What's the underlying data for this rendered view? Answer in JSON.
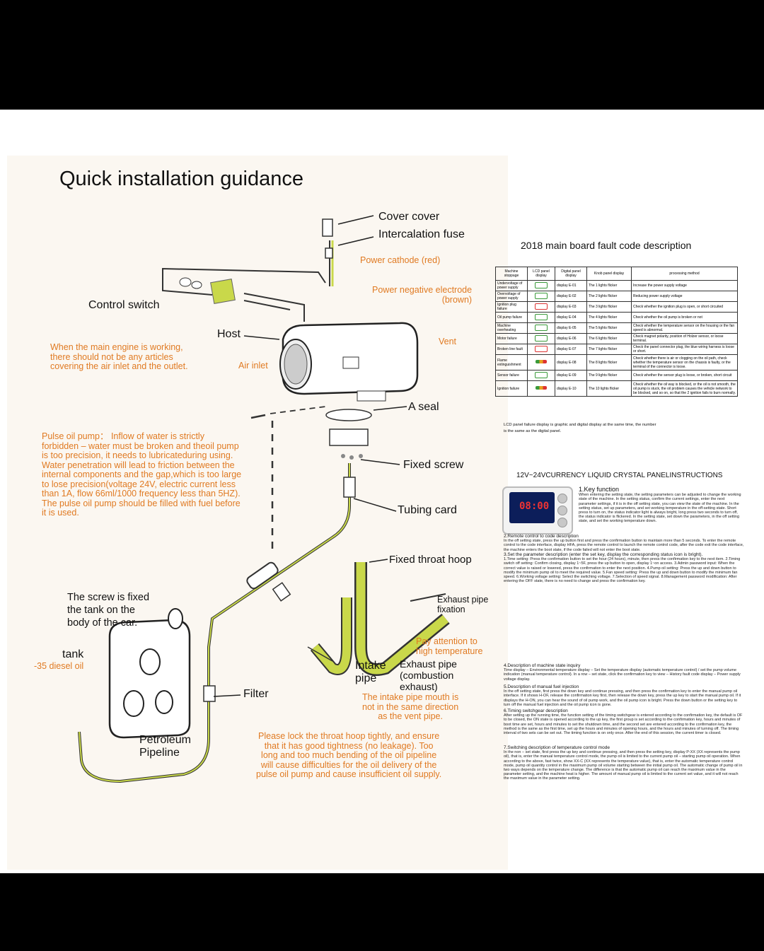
{
  "left": {
    "title": "Quick installation guidance",
    "labels": {
      "cover_cover": "Cover cover",
      "intercalation_fuse": "Intercalation fuse",
      "power_cathode": "Power cathode (red)",
      "power_negative": "Power negative electrode\n(brown)",
      "control_switch": "Control switch",
      "host": "Host",
      "vent": "Vent",
      "air_inlet": "Air inlet",
      "main_engine_note": "When the main engine is working,\nthere should not be any articles\ncovering the air inlet and the outlet.",
      "a_seal": "A seal",
      "pulse_note": "Pulse oil pump： Inflow of water is strictly\nforbidden – water must be broken and theoil pump\nis too precision, it needs to lubricateduring using.\nWater penetration will lead to friction between the\ninternal components and the gap,which is too large\nto lose precision(voltage 24V, electric current less\nthan 1A, flow 66ml/1000 frequency less than 5HZ).\nThe pulse oil pump should be filled with fuel before\nit is used.",
      "fixed_screw": "Fixed screw",
      "tubing_card": "Tubing card",
      "fixed_throat_hoop": "Fixed throat hoop",
      "screw_fixed_note": "The screw is fixed\nthe tank on the\nbody of the car.",
      "tank": "tank",
      "diesel_oil": "-35 diesel oil",
      "exhaust_fixation": "Exhaust pipe\nfixation",
      "pay_attention": "Pay attention to\nhigh temperature",
      "intake_pipe": "Intake\npipe",
      "exhaust_pipe": "Exhaust pipe\n(combustion\nexhaust)",
      "filter": "Filter",
      "intake_mouth_note": "The intake pipe mouth is\nnot in the same direction\nas the vent pipe.",
      "petroleum_pipeline": "Petroleum\nPipeline",
      "lock_note": "Please lock the throat hoop tightly, and ensure\nthat it has good tightness (no leakage). Too\nlong and too much bending of the oil pipeline\nwill cause difficulties for the oil delivery of the\npulse oil pump and cause insufficient oil supply."
    }
  },
  "fault": {
    "title": "2018 main board fault code description",
    "headers": [
      "Machine stoppage",
      "LCD panel display",
      "Digital panel display",
      "Knob panel display",
      "processing method"
    ],
    "rows": [
      [
        "Undervoltage of power supply",
        "battery-icon",
        "display E-01",
        "The 1 lights flicker",
        "Increase the power supply voltage"
      ],
      [
        "Overvoltage of power supply",
        "battery-icon",
        "display E-02",
        "The 2 lights flicker",
        "Reducing power supply voltage"
      ],
      [
        "Ignition plug failure",
        "plug-icon",
        "display E-03",
        "The 3 lights flicker",
        "Check whether the ignition plug is open, or short circuited"
      ],
      [
        "Oil pump failure",
        "pump-icon",
        "display E-04",
        "The 4 lights flicker",
        "Check whether the oil pump is broken or not"
      ],
      [
        "Machine overheating",
        "heat-icon",
        "display E-05",
        "The 5 lights flicker",
        "Check whether the temperature sensor on the housing or the fan speed is abnormal."
      ],
      [
        "Motor failure",
        "fan-icon",
        "display E-06",
        "The 6 lights flicker",
        "Check magnet polarity, position of Holzer sensor, or loose terminal."
      ],
      [
        "Broken line fault",
        "link-icon",
        "display E-07",
        "The 7 lights flicker",
        "Check the panel connector plug, the blue wiring harness is loose or short."
      ],
      [
        "Flame extinguishment",
        "level-icon",
        "display E-08",
        "The 8 lights flicker",
        "Check whether there is air or clogging on the oil path, check whether the temperature sensor on the chassis is faulty, or the terminal of the connector is loose."
      ],
      [
        "Sensor failure",
        "sensor-icon",
        "display E-09",
        "The 9 lights flicker",
        "Check whether the sensor plug is loose, or broken, short circuit"
      ],
      [
        "Ignition failure",
        "level-icon",
        "display E-10",
        "The 10 lights flicker",
        "Check whether the oil way is blocked, or the oil is not smooth, the oil pump is stuck, the oil problem causes the vehicle network to be blocked, and so on, so that the 2 ignition fails to burn normally."
      ]
    ],
    "note": "LCD panel failure display is graphic and digital display at the same time, the number\nis the same as the digital panel."
  },
  "instructions": {
    "title": "12V~24VCURRENCY LIQUID CRYSTAL PANELINSTRUCTIONS",
    "lcd": "08:00",
    "sections": [
      {
        "head": "1.Key function",
        "text": "When entering the setting state, the setting parameters can be adjusted to change the working state of the machine. In the setting status, confirm the current settings, enter the next parameter settings, if it is in the off setting state, you can view the state of the machine. In the setting status, set up parameters, and set working temperature in the off-setting state. Short press to turn on, the status indicator light is always bright, long press two seconds to turn off, the status indicator is flickered. In the setting state, set down the parameters, in the off setting state, and set the working temperature down."
      },
      {
        "head": "2.Remote control to code description",
        "text": "In the off setting state, press the up button first and press the confirmation button to maintain more than 5 seconds. To enter the remote control to the code interface, display HFA, press the remote control to launch the remote control code, after the code exit the code interface, the machine enters the boot state, if the code failed will not enter the boot state."
      },
      {
        "head": "3.Set the parameter description (enter the set key, display the corresponding status icon is bright).",
        "text": "1.Time setting: Press the confirmation button to set the hour (24 hours), minute, then press the confirmation key to the next item. 2.Timing switch off setting: Confirm closing, display 1~5F, press the up button to open, display 1~on access. 3.Admin password input: When the correct value is raised or lowered, press the confirmation to enter the next position. 4.Pump oil setting: Press the up and down button to modify the minimum pump oil to meet the required value. 5.Fan speed setting: Press the up and down button to modify the minimum fan speed. 6.Working voltage setting: Select the switching voltage. 7.Selection of speed signal. 8.Management password modification: After entering the OFF state, there is no need to change and press the confirmation key."
      },
      {
        "head": "4.Description of machine state inquiry",
        "text": "Time display – Environmental temperature display – Set the temperature display (automatic temperature control) / set the pump volume indication (manual temperature control). In a row – set state, click the confirmation key to view – History fault code display – Power supply voltage display."
      },
      {
        "head": "5.Description of manual fuel injection",
        "text": "In the off setting state, first press the down key and continue pressing, and then press the confirmation key to enter the manual pump oil interface. If it shows H-OF, release the confirmation key first, then release the down key, press the up key to start the manual pump oil. If it displays the H-ON, you can hear the sound of oil pump work, and the oil pump icon is bright. Press the down button or the setting key to turn off the manual fuel injection and the oil pump icon is gone."
      },
      {
        "head": "6.Timing switchgear description",
        "text": "After setting up the running time, the function setting of the timing switchgear is entered according to the confirmation key, the default is OF to be closed, the ON state is opened according to the up key, the first group is set according to the confirmation key, hours and minutes of boot time are set, hours and minutes to set the shutdown time, and the second set are entered according to the confirmation key, the method is the same as the first time, set up the hours and minutes of opening hours, and the hours and minutes of turning off. The timing interval of two sets can be set out. The timing function is on only once. After the end of this session, the current timer is closed."
      },
      {
        "head": "7.Switching description of temperature control mode",
        "text": "In the non – set state, first press the up key and continue pressing, and then press the setting key, display P-XX (XX represents the pump oil), that is, enter the manual temperature control mode, the pump oil is limited to the current pump oil – starting pump oil operation. When according to the above, fast twice, show XX-C (XX represents the temperature value), that is, enter the automatic temperature control mode, pump oil quantity control in the maximum pump oil volume starting between the initial pump oil. The automatic change of pump oil in two ways depends on the temperature change. The difference is that the automatic pump oil can reach the maximum value in the parameter setting, and the machine heat is higher. The amount of manual pump oil is limited to the current set value, and it will not reach the maximum value in the parameter setting."
      }
    ]
  },
  "colors": {
    "orange": "#e07a22",
    "hose": "#c9d84a",
    "dark": "#111111"
  }
}
